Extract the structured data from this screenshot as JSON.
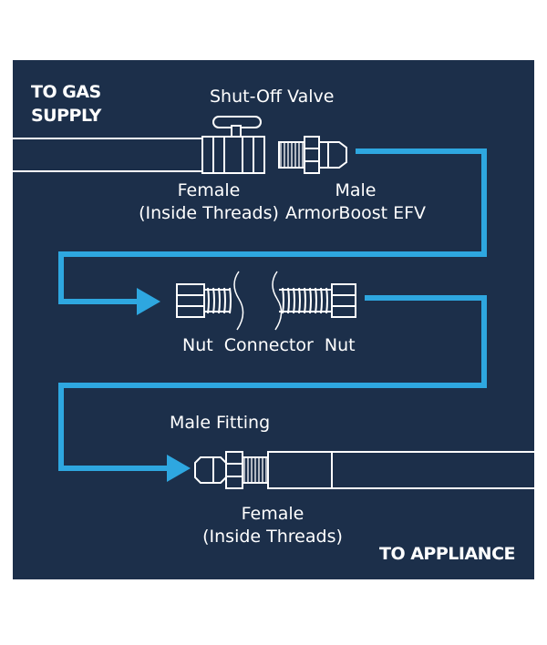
{
  "labels": {
    "supply": "TO GAS\nSUPPLY",
    "shutoff_valve": "Shut-Off Valve",
    "female_top": "Female",
    "female_top_sub": "(Inside Threads)",
    "male_top": "Male",
    "male_top_sub": "ArmorBoost EFV",
    "connector": "Nut  Connector  Nut",
    "male_fitting": "Male Fitting",
    "female_bottom": "Female",
    "female_bottom_sub": "(Inside Threads)",
    "appliance": "TO APPLIANCE"
  },
  "colors": {
    "background": "#1c2f4a",
    "flow_line": "#2ea7e0",
    "pipe_stroke": "#ffffff",
    "text": "#ffffff"
  }
}
